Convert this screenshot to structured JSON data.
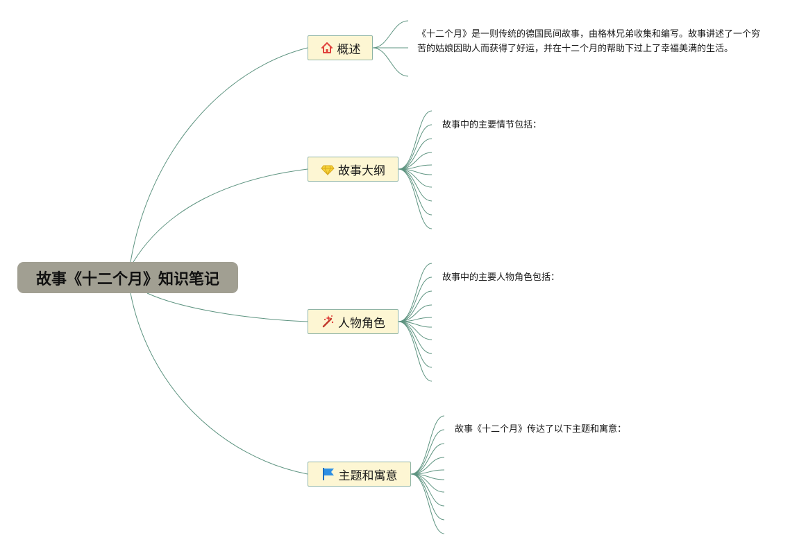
{
  "root": {
    "title": "故事《十二个月》知识笔记"
  },
  "topics": {
    "overview": {
      "label": "概述",
      "icon": "house-icon",
      "note": "《十二个月》是一则传统的德国民间故事，由格林兄弟收集和编写。故事讲述了一个穷苦的姑娘因助人而获得了好运，并在十二个月的帮助下过上了幸福美满的生活。"
    },
    "outline": {
      "label": "故事大纲",
      "icon": "diamond-icon",
      "note": "故事中的主要情节包括："
    },
    "characters": {
      "label": "人物角色",
      "icon": "magic-wand-icon",
      "note": "故事中的主要人物角色包括："
    },
    "themes": {
      "label": "主题和寓意",
      "icon": "flag-icon",
      "note": "故事《十二个月》传达了以下主题和寓意："
    }
  },
  "colors": {
    "root_fill": "#a19f92",
    "topic_fill": "#fdf6d3",
    "topic_border": "#8fb4a6",
    "connector": "#5e9481"
  }
}
